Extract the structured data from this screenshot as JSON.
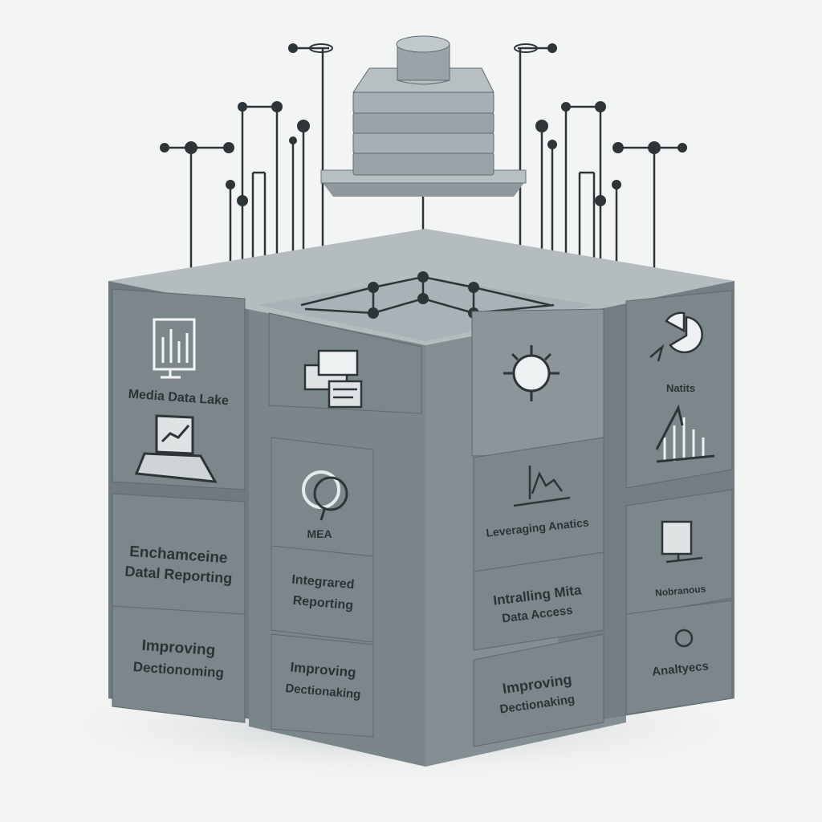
{
  "palette": {
    "background": "#f3f4f4",
    "block_face": "#7c878c",
    "block_dark": "#6a747a",
    "block_top": "#aab3b7",
    "panel": "#8d979c",
    "line": "#2e3538",
    "text": "#2b3336"
  },
  "left_face": {
    "top_panel_label": "Media Data Lake",
    "middle_panel_label_line1": "Enchamceine",
    "middle_panel_label_line2": "Datal Reporting",
    "bottom_panel_label_line1": "Improving",
    "bottom_panel_label_line2": "Dectionoming",
    "icons": [
      "bar-chart-monitor-icon",
      "laptop-chart-icon"
    ]
  },
  "front_center": {
    "panel_2_label": "MEA",
    "panel_3_label_line1": "Integrared",
    "panel_3_label_line2": "Reporting",
    "panel_4_label_line1": "Improving",
    "panel_4_label_line2": "Dectionaking",
    "icons": [
      "windows-icon",
      "magnifier-icon"
    ]
  },
  "front_right": {
    "panel_1_label": "Leveraging Anatics",
    "panel_2_label_line1": "Intralling Mita",
    "panel_2_label_line2": "Data Access",
    "panel_3_label_line1": "Improving",
    "panel_3_label_line2": "Dectionaking",
    "icons": [
      "target-icon",
      "line-chart-icon"
    ]
  },
  "right_face": {
    "panel_1_label": "Natits",
    "panel_2_label": "Nobranous",
    "panel_3_label": "Analtyecs",
    "icons": [
      "pie-chart-icon",
      "bar-trend-icon",
      "monitor-icon",
      "circle-icon"
    ]
  },
  "server": {
    "icon": "database-server-icon"
  }
}
